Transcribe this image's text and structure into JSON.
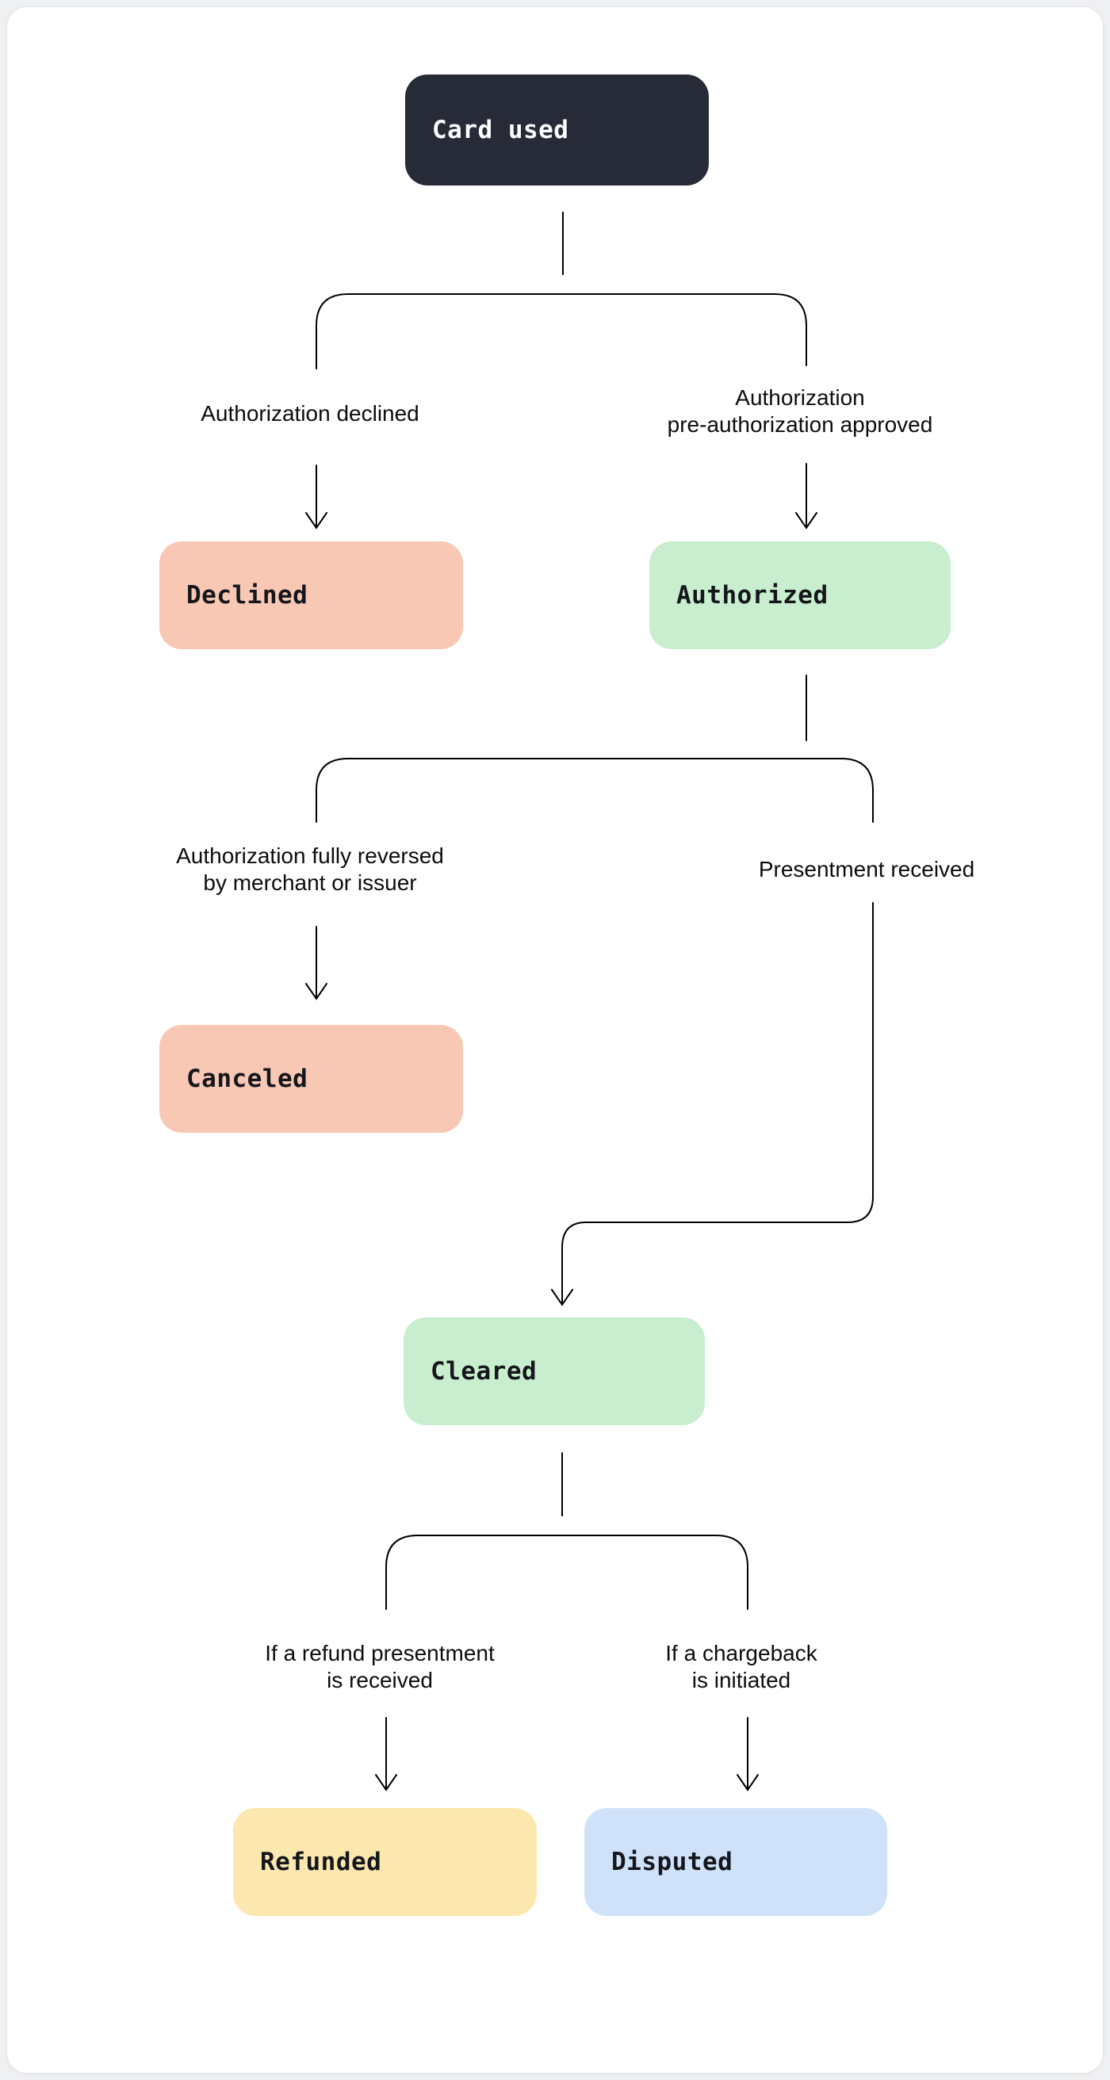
{
  "frame": {
    "background": "#ffffff",
    "border_color": "#e3e5e8",
    "outside_color": "#eff0f2",
    "line_color": "#000000"
  },
  "diagram": {
    "nodes": {
      "card_used": {
        "label": "Card used",
        "color": "#272b38",
        "text_color": "#ffffff"
      },
      "declined": {
        "label": "Declined",
        "color": "#f8c8b4",
        "text_color": "#15171c"
      },
      "authorized": {
        "label": "Authorized",
        "color": "#c9eecf",
        "text_color": "#15171c"
      },
      "canceled": {
        "label": "Canceled",
        "color": "#f8c8b4",
        "text_color": "#15171c"
      },
      "cleared": {
        "label": "Cleared",
        "color": "#c9eecf",
        "text_color": "#15171c"
      },
      "refunded": {
        "label": "Refunded",
        "color": "#fce8ae",
        "text_color": "#15171c"
      },
      "disputed": {
        "label": "Disputed",
        "color": "#cfe2fa",
        "text_color": "#15171c"
      }
    },
    "labels": {
      "auth_declined": {
        "lines": [
          "Authorization declined"
        ]
      },
      "auth_approved": {
        "lines": [
          "Authorization",
          "pre-authorization approved"
        ]
      },
      "auth_reversed": {
        "lines": [
          "Authorization fully reversed",
          "by merchant or issuer"
        ]
      },
      "presentment": {
        "lines": [
          "Presentment received"
        ]
      },
      "refund": {
        "lines": [
          "If a refund presentment",
          "is received"
        ]
      },
      "chargeback": {
        "lines": [
          "If a chargeback",
          "is initiated"
        ]
      }
    },
    "edges": [
      {
        "from": "Card used",
        "to": "Declined",
        "label": "Authorization declined"
      },
      {
        "from": "Card used",
        "to": "Authorized",
        "label": "Authorization pre-authorization approved"
      },
      {
        "from": "Authorized",
        "to": "Canceled",
        "label": "Authorization fully reversed by merchant or issuer"
      },
      {
        "from": "Authorized",
        "to": "Cleared",
        "label": "Presentment received"
      },
      {
        "from": "Cleared",
        "to": "Refunded",
        "label": "If a refund presentment is received"
      },
      {
        "from": "Cleared",
        "to": "Disputed",
        "label": "If a chargeback is initiated"
      }
    ]
  }
}
